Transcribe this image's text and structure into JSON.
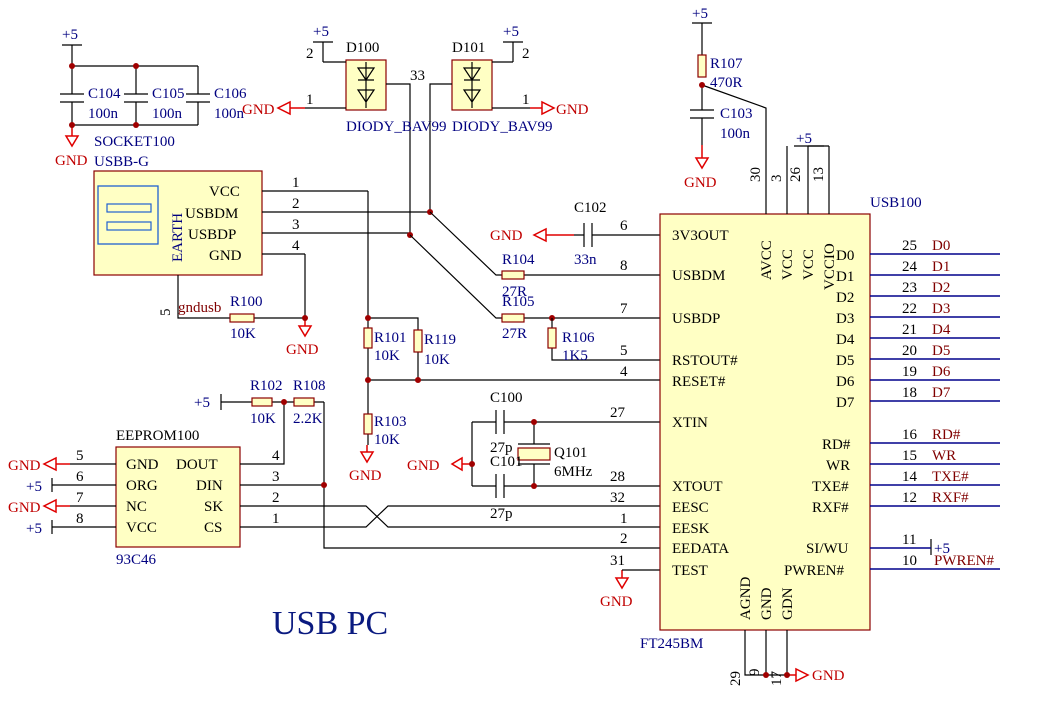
{
  "title": "USB PC",
  "power": {
    "plus5": "+5",
    "gnd": "GND",
    "gndusb": "gndusb"
  },
  "socket": {
    "label": "SOCKET100",
    "sublabel": "USBB-G",
    "earth": "EARTH",
    "pins": [
      {
        "name": "VCC",
        "num": "1"
      },
      {
        "name": "USBDM",
        "num": "2"
      },
      {
        "name": "USBDP",
        "num": "3"
      },
      {
        "name": "GND",
        "num": "4"
      }
    ],
    "shield_pin": "5"
  },
  "capacitors": [
    {
      "ref": "C104",
      "value": "100n"
    },
    {
      "ref": "C105",
      "value": "100n"
    },
    {
      "ref": "C106",
      "value": "100n"
    },
    {
      "ref": "C103",
      "value": "100n"
    },
    {
      "ref": "C102",
      "value": "33n"
    },
    {
      "ref": "C100",
      "value": "27p"
    },
    {
      "ref": "C101",
      "value": "27p"
    }
  ],
  "resistors": [
    {
      "ref": "R100",
      "value": "10K"
    },
    {
      "ref": "R101",
      "value": "10K"
    },
    {
      "ref": "R119",
      "value": "10K"
    },
    {
      "ref": "R103",
      "value": "10K"
    },
    {
      "ref": "R102",
      "value": "10K"
    },
    {
      "ref": "R108",
      "value": "2.2K"
    },
    {
      "ref": "R104",
      "value": "27R"
    },
    {
      "ref": "R105",
      "value": "27R"
    },
    {
      "ref": "R106",
      "value": "1K5"
    },
    {
      "ref": "R107",
      "value": "470R"
    }
  ],
  "diodes": [
    {
      "ref": "D100",
      "value": "DIODY_BAV99",
      "pin_a": "2",
      "pin_k": "1"
    },
    {
      "ref": "D101",
      "value": "DIODY_BAV99",
      "pin_a": "2",
      "pin_k": "1"
    }
  ],
  "diode_net": "33",
  "crystal": {
    "ref": "Q101",
    "value": "6MHz"
  },
  "eeprom": {
    "ref": "EEPROM100",
    "part": "93C46",
    "left": [
      {
        "name": "GND",
        "num": "5"
      },
      {
        "name": "ORG",
        "num": "6"
      },
      {
        "name": "NC",
        "num": "7"
      },
      {
        "name": "VCC",
        "num": "8"
      }
    ],
    "right": [
      {
        "name": "DOUT",
        "num": "4"
      },
      {
        "name": "DIN",
        "num": "3"
      },
      {
        "name": "SK",
        "num": "2"
      },
      {
        "name": "CS",
        "num": "1"
      }
    ]
  },
  "ft245": {
    "ref": "USB100",
    "part": "FT245BM",
    "left": [
      {
        "name": "3V3OUT",
        "num": "6"
      },
      {
        "name": "USBDM",
        "num": "8"
      },
      {
        "name": "USBDP",
        "num": "7"
      },
      {
        "name": "RSTOUT#",
        "num": "5"
      },
      {
        "name": "RESET#",
        "num": "4"
      },
      {
        "name": "XTIN",
        "num": "27"
      },
      {
        "name": "XTOUT",
        "num": "28"
      },
      {
        "name": "EESC",
        "num": "32"
      },
      {
        "name": "EESK",
        "num": "1"
      },
      {
        "name": "EEDATA",
        "num": "2"
      },
      {
        "name": "TEST",
        "num": "31"
      }
    ],
    "right": [
      {
        "name": "D0",
        "num": "25",
        "net": "D0"
      },
      {
        "name": "D1",
        "num": "24",
        "net": "D1"
      },
      {
        "name": "D2",
        "num": "23",
        "net": "D2"
      },
      {
        "name": "D3",
        "num": "22",
        "net": "D3"
      },
      {
        "name": "D4",
        "num": "21",
        "net": "D4"
      },
      {
        "name": "D5",
        "num": "20",
        "net": "D5"
      },
      {
        "name": "D6",
        "num": "19",
        "net": "D6"
      },
      {
        "name": "D7",
        "num": "18",
        "net": "D7"
      },
      {
        "name": "RD#",
        "num": "16",
        "net": "RD#"
      },
      {
        "name": "WR",
        "num": "15",
        "net": "WR"
      },
      {
        "name": "TXE#",
        "num": "14",
        "net": "TXE#"
      },
      {
        "name": "RXF#",
        "num": "12",
        "net": "RXF#"
      },
      {
        "name": "SI/WU",
        "num": "11",
        "net": "+5"
      },
      {
        "name": "PWREN#",
        "num": "10",
        "net": "PWREN#"
      }
    ],
    "top": [
      {
        "name": "AVCC",
        "num": "30"
      },
      {
        "name": "VCC",
        "num": "3"
      },
      {
        "name": "VCC",
        "num": "26"
      },
      {
        "name": "VCCIO",
        "num": "13"
      }
    ],
    "bottom": [
      {
        "name": "AGND",
        "num": "29"
      },
      {
        "name": "GND",
        "num": "9"
      },
      {
        "name": "GDN",
        "num": "17"
      }
    ]
  }
}
